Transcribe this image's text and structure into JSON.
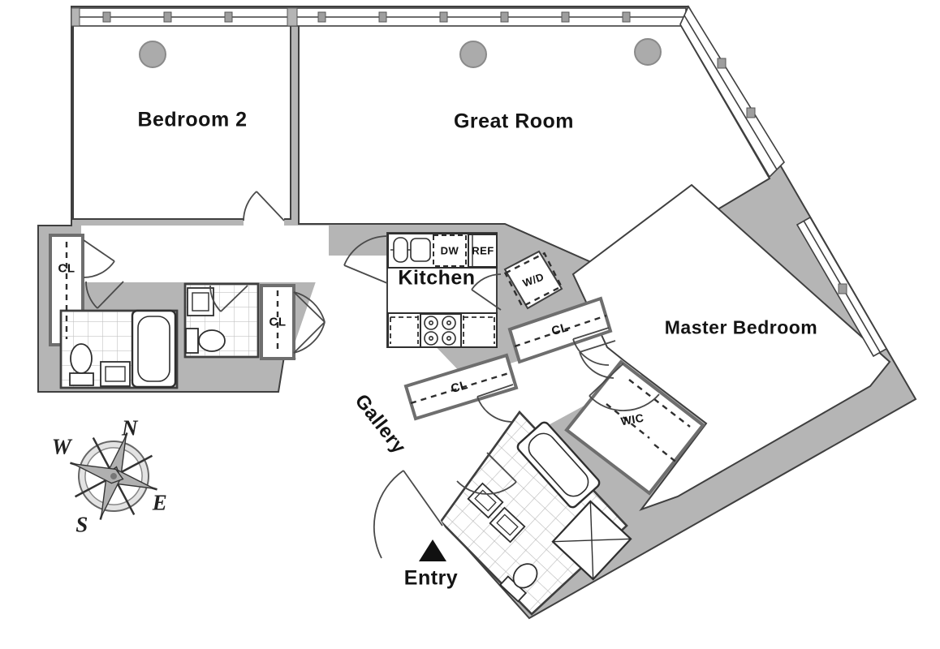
{
  "labels": {
    "bedroom2": "Bedroom 2",
    "great_room": "Great Room",
    "kitchen": "Kitchen",
    "master_bedroom": "Master Bedroom",
    "gallery": "Gallery",
    "entry": "Entry",
    "closet": "CL",
    "walk_in_closet": "WIC",
    "washer_dryer": "W/D",
    "dishwasher": "DW",
    "refrigerator": "REF"
  },
  "compass": {
    "north": "N",
    "south": "S",
    "east": "E",
    "west": "W"
  },
  "colors": {
    "wall_fill": "#b5b5b5",
    "wall_line": "#3f3f3f",
    "tile_line": "#c3c3c3",
    "column_fill": "#ababab",
    "label_text": "#141414"
  }
}
